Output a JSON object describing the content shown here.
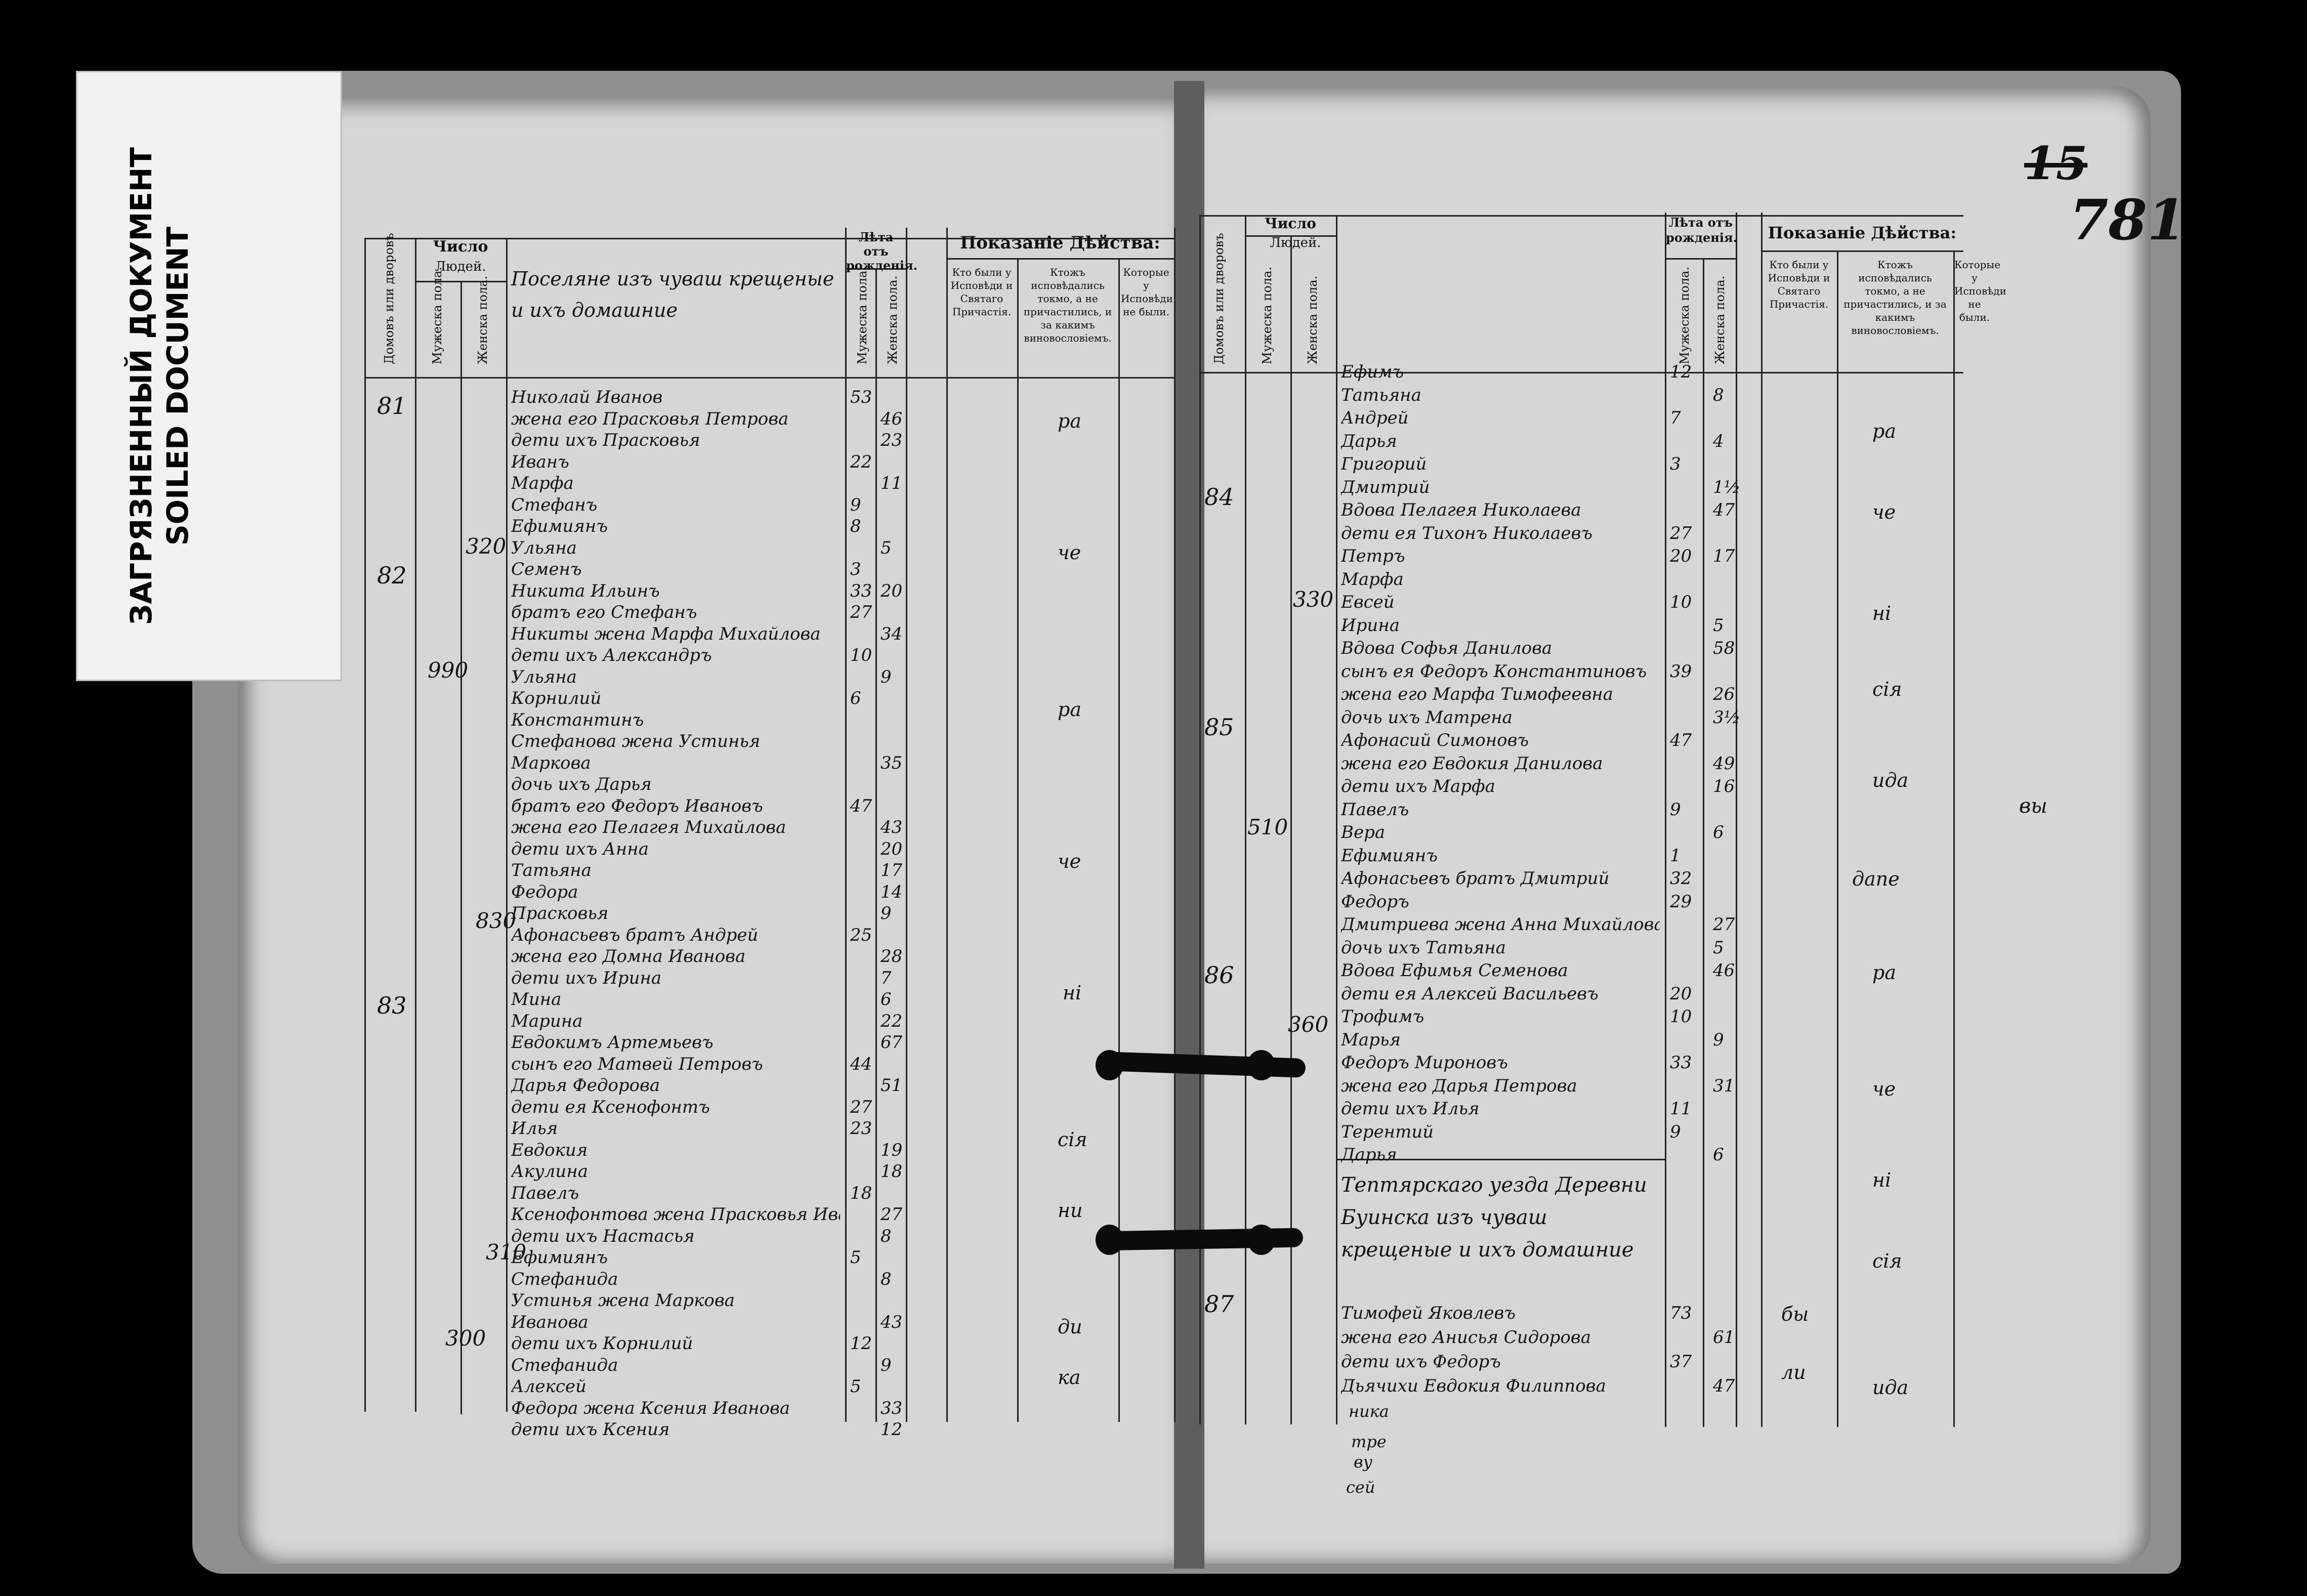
{
  "sticker": {
    "line1": "ЗАГРЯЗНЕННЫЙ ДОКУМЕНТ",
    "line2": "SOILED DOCUMENT"
  },
  "folio": {
    "struck": "15",
    "number": "781"
  },
  "header": {
    "chislo": "Число",
    "lyudey": "Людей.",
    "domov": "Домовъ или дворовъ",
    "muzh": "Мужеска пола.",
    "zhen": "Женска пола.",
    "leta": "Лѣта отъ рожденія.",
    "leta_m": "Мужеска пола.",
    "leta_zh": "Женска пола.",
    "pokazanie": "Показаніе Дѣйства:",
    "col1": "Кто были у Исповѣди и Святаго Причастія.",
    "col2": "Ктожъ исповѣдались токмо, а не причастились, и за какимъ виновословіемъ.",
    "col3": "Которые у Исповѣди не были."
  },
  "left_page": {
    "title": "Поселяне изъ чуваш крещеные и ихъ домашние",
    "dvor_numbers": [
      "81",
      "82",
      "83"
    ],
    "margin_numbers": [
      "320",
      "990",
      "830",
      "310",
      "300"
    ],
    "entries": [
      {
        "name": "Николай Иванов",
        "m": "53",
        "f": ""
      },
      {
        "name": "жена его Прасковья Петрова",
        "m": "",
        "f": "46"
      },
      {
        "name": "дети ихъ Прасковья",
        "m": "",
        "f": "23"
      },
      {
        "name": "Иванъ",
        "m": "22",
        "f": ""
      },
      {
        "name": "Марфа",
        "m": "",
        "f": "11"
      },
      {
        "name": "Стефанъ",
        "m": "9",
        "f": ""
      },
      {
        "name": "Ефимиянъ",
        "m": "8",
        "f": ""
      },
      {
        "name": "Ульяна",
        "m": "",
        "f": "5"
      },
      {
        "name": "Семенъ",
        "m": "3",
        "f": ""
      },
      {
        "name": "Никита Ильинъ",
        "m": "33",
        "f": "20"
      },
      {
        "name": "братъ его Стефанъ",
        "m": "27",
        "f": ""
      },
      {
        "name": "Никиты жена Марфа Михайлова",
        "m": "",
        "f": "34"
      },
      {
        "name": "дети ихъ Александръ",
        "m": "10",
        "f": ""
      },
      {
        "name": "Ульяна",
        "m": "",
        "f": "9"
      },
      {
        "name": "Корнилий",
        "m": "6",
        "f": ""
      },
      {
        "name": "Константинъ",
        "m": "",
        "f": ""
      },
      {
        "name": "Стефанова жена Устинья",
        "m": "",
        "f": ""
      },
      {
        "name": "Маркова",
        "m": "",
        "f": "35"
      },
      {
        "name": "дочь ихъ Дарья",
        "m": "",
        "f": ""
      },
      {
        "name": "братъ его Федоръ Ивановъ",
        "m": "47",
        "f": ""
      },
      {
        "name": "жена его Пелагея Михайлова",
        "m": "",
        "f": "43"
      },
      {
        "name": "дети ихъ Анна",
        "m": "",
        "f": "20"
      },
      {
        "name": "Татьяна",
        "m": "",
        "f": "17"
      },
      {
        "name": "Федора",
        "m": "",
        "f": "14"
      },
      {
        "name": "Прасковья",
        "m": "",
        "f": "9"
      },
      {
        "name": "Афонасьевъ братъ Андрей",
        "m": "25",
        "f": ""
      },
      {
        "name": "жена его Домна Иванова",
        "m": "",
        "f": "28"
      },
      {
        "name": "дети ихъ Ирина",
        "m": "",
        "f": "7"
      },
      {
        "name": "Мина",
        "m": "",
        "f": "6"
      },
      {
        "name": "Марина",
        "m": "",
        "f": "22"
      },
      {
        "name": "Евдокимъ Артемьевъ",
        "m": "",
        "f": "67"
      },
      {
        "name": "сынъ его Матвей Петровъ",
        "m": "44",
        "f": ""
      },
      {
        "name": "Дарья Федорова",
        "m": "",
        "f": "51"
      },
      {
        "name": "дети ея Ксенофонтъ",
        "m": "27",
        "f": ""
      },
      {
        "name": "Илья",
        "m": "23",
        "f": ""
      },
      {
        "name": "Евдокия",
        "m": "",
        "f": "19"
      },
      {
        "name": "Акулина",
        "m": "",
        "f": "18"
      },
      {
        "name": "Павелъ",
        "m": "18",
        "f": ""
      },
      {
        "name": "Ксенофонтова жена Прасковья Иванова",
        "m": "",
        "f": "27"
      },
      {
        "name": "дети ихъ Настасья",
        "m": "",
        "f": "8"
      },
      {
        "name": "Ефимиянъ",
        "m": "5",
        "f": ""
      },
      {
        "name": "Стефанида",
        "m": "",
        "f": "8"
      },
      {
        "name": "Устинья жена Маркова",
        "m": "",
        "f": ""
      },
      {
        "name": "Иванова",
        "m": "",
        "f": "43"
      },
      {
        "name": "дети ихъ Корнилий",
        "m": "12",
        "f": ""
      },
      {
        "name": "Стефанида",
        "m": "",
        "f": "9"
      },
      {
        "name": "Алексей",
        "m": "5",
        "f": ""
      },
      {
        "name": "Федора жена Ксения Иванова",
        "m": "",
        "f": "33"
      },
      {
        "name": "дети ихъ Ксения",
        "m": "",
        "f": "12"
      }
    ],
    "marks": [
      "ра",
      "че",
      "ра",
      "че",
      "ні",
      "сія",
      "ни",
      "ди",
      "ка"
    ]
  },
  "right_page": {
    "dvor_numbers": [
      "84",
      "85",
      "86",
      "87"
    ],
    "margin_numbers": [
      "330",
      "510",
      "360"
    ],
    "entries": [
      {
        "name": "Ефимъ",
        "m": "12",
        "f": ""
      },
      {
        "name": "Татьяна",
        "m": "",
        "f": "8"
      },
      {
        "name": "Андрей",
        "m": "7",
        "f": ""
      },
      {
        "name": "Дарья",
        "m": "",
        "f": "4"
      },
      {
        "name": "Григорий",
        "m": "3",
        "f": ""
      },
      {
        "name": "Дмитрий",
        "m": "",
        "f": "1½"
      },
      {
        "name": "Вдова Пелагея Николаева",
        "m": "",
        "f": "47"
      },
      {
        "name": "дети ея Тихонъ Николаевъ",
        "m": "27",
        "f": ""
      },
      {
        "name": "Петръ",
        "m": "20",
        "f": "17"
      },
      {
        "name": "Марфа",
        "m": "",
        "f": ""
      },
      {
        "name": "Евсей",
        "m": "10",
        "f": ""
      },
      {
        "name": "Ирина",
        "m": "",
        "f": "5"
      },
      {
        "name": "Вдова Софья Данилова",
        "m": "",
        "f": "58"
      },
      {
        "name": "сынъ ея Федоръ Константиновъ",
        "m": "39",
        "f": ""
      },
      {
        "name": "жена его Марфа Тимофеевна",
        "m": "",
        "f": "26"
      },
      {
        "name": "дочь ихъ Матрена",
        "m": "",
        "f": "3½"
      },
      {
        "name": "Афонасий Симоновъ",
        "m": "47",
        "f": ""
      },
      {
        "name": "жена его Евдокия Данилова",
        "m": "",
        "f": "49"
      },
      {
        "name": "дети ихъ Марфа",
        "m": "",
        "f": "16"
      },
      {
        "name": "Павелъ",
        "m": "9",
        "f": ""
      },
      {
        "name": "Вера",
        "m": "",
        "f": "6"
      },
      {
        "name": "Ефимиянъ",
        "m": "1",
        "f": ""
      },
      {
        "name": "Афонасьевъ братъ Дмитрий",
        "m": "32",
        "f": ""
      },
      {
        "name": "Федоръ",
        "m": "29",
        "f": ""
      },
      {
        "name": "Дмитриева жена Анна Михайлова",
        "m": "",
        "f": "27"
      },
      {
        "name": "дочь ихъ Татьяна",
        "m": "",
        "f": "5"
      },
      {
        "name": "Вдова Ефимья Семенова",
        "m": "",
        "f": "46"
      },
      {
        "name": "дети ея Алексей Васильевъ",
        "m": "20",
        "f": ""
      },
      {
        "name": "Трофимъ",
        "m": "10",
        "f": ""
      },
      {
        "name": "Марья",
        "m": "",
        "f": "9"
      },
      {
        "name": "Федоръ Мироновъ",
        "m": "33",
        "f": ""
      },
      {
        "name": "жена его Дарья Петрова",
        "m": "",
        "f": "31"
      },
      {
        "name": "дети ихъ Илья",
        "m": "11",
        "f": ""
      },
      {
        "name": "Терентий",
        "m": "9",
        "f": ""
      },
      {
        "name": "Дарья",
        "m": "",
        "f": "6"
      }
    ],
    "block_title": "Тептярскаго уезда Деревни Буинска изъ чуваш крещеные и ихъ домашние",
    "entries2": [
      {
        "name": "Тимофей Яковлевъ",
        "m": "73",
        "f": ""
      },
      {
        "name": "жена его Анисья Сидорова",
        "m": "",
        "f": "61"
      },
      {
        "name": "дети ихъ Федоръ",
        "m": "37",
        "f": ""
      },
      {
        "name": "Дьячихи Евдокия Филиппова",
        "m": "",
        "f": "47"
      }
    ],
    "marks": [
      "ра",
      "че",
      "ні",
      "сія",
      "ида",
      "дапе",
      "ра",
      "че",
      "ні",
      "сія",
      "бы",
      "ли",
      "ида"
    ],
    "side_mark": "вы",
    "bottom_notes": [
      "ника",
      "тре",
      "ву",
      "сей"
    ]
  }
}
